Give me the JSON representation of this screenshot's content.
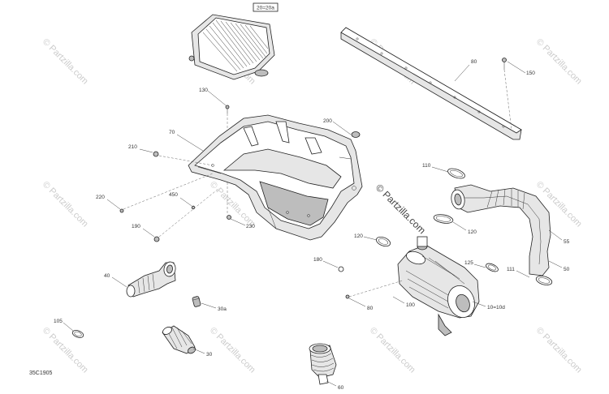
{
  "watermark": {
    "text": "© Partzilla.com",
    "center_text": "© Partzilla.com"
  },
  "diagram_ref": "35C1905",
  "callouts": {
    "c20": "20=20a",
    "c80a": "80",
    "c150": "150",
    "c130": "130",
    "c70": "70",
    "c200": "200",
    "c210": "210",
    "c450": "450",
    "c220": "220",
    "c190": "190",
    "c230": "230",
    "c110": "110",
    "c120a": "120",
    "c120b": "120",
    "c55": "55",
    "c180": "180",
    "c125": "125",
    "c50": "50",
    "c111": "111",
    "c40": "40",
    "c80b": "80",
    "c100": "100",
    "c10": "10=10d",
    "c30a": "30a",
    "c105": "105",
    "c30": "30",
    "c60": "60"
  }
}
